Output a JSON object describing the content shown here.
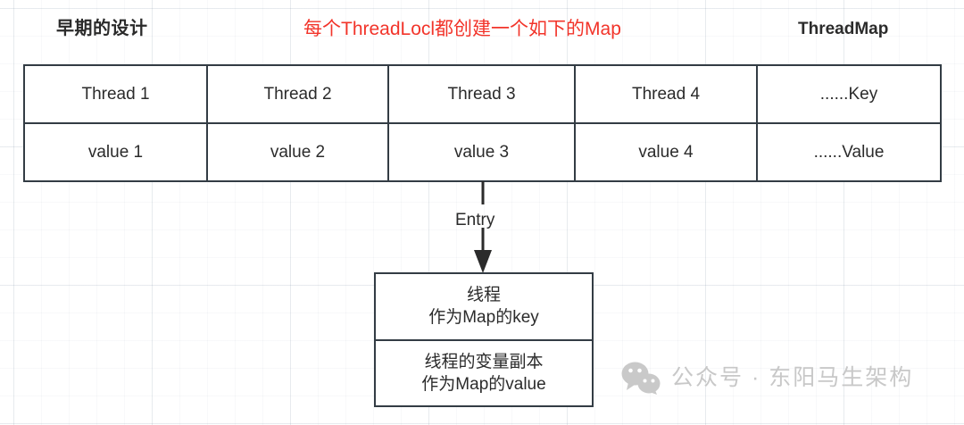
{
  "headers": {
    "left": "早期的设计",
    "center": "每个ThreadLocl都创建一个如下的Map",
    "right": "ThreadMap",
    "center_color": "#f2342a"
  },
  "map_table": {
    "key_row": [
      "Thread 1",
      "Thread 2",
      "Thread 3",
      "Thread 4",
      "......Key"
    ],
    "value_row": [
      "value 1",
      "value 2",
      "value 3",
      "value 4",
      "......Value"
    ]
  },
  "connector": {
    "label": "Entry"
  },
  "entry_box": {
    "key_cell": {
      "line1": "线程",
      "line2": "作为Map的key"
    },
    "value_cell": {
      "line1": "线程的变量副本",
      "line2": "作为Map的value"
    }
  },
  "watermark": {
    "icon": "wechat-icon",
    "text": "公众号 · 东阳马生架构"
  }
}
